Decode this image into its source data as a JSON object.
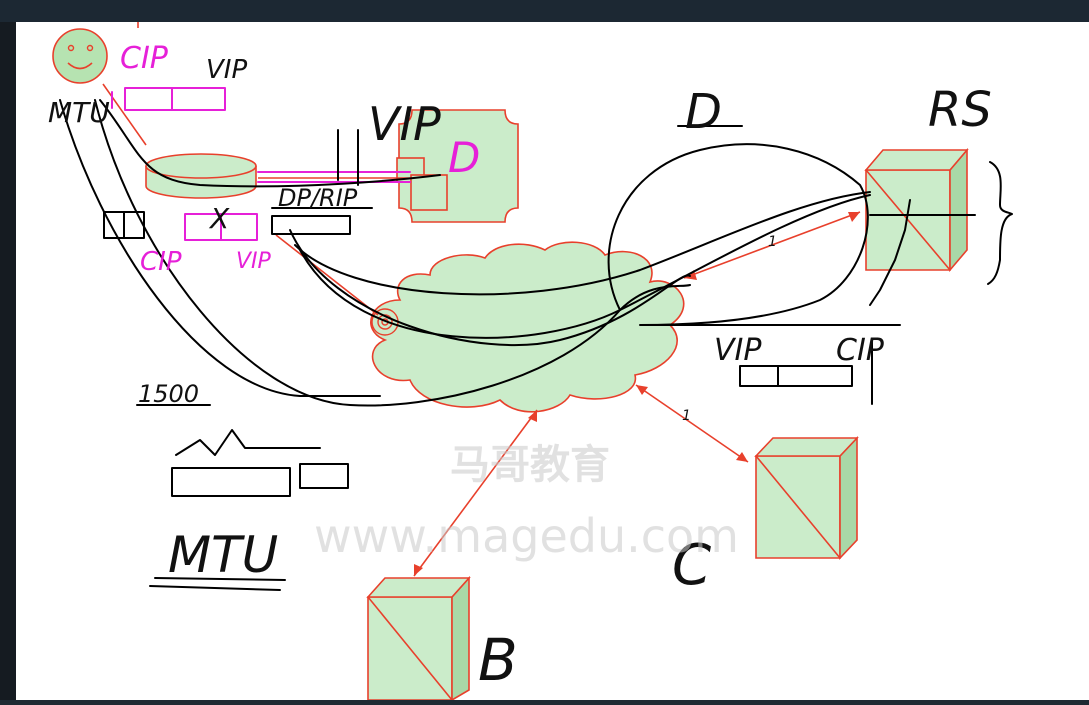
{
  "labels": {
    "cip_pink": "CIP",
    "vip_box": "VIP",
    "mtu_top": "MTU",
    "vip_top": "VIP",
    "d": "D",
    "rs": "RS",
    "vip_right": "VIP",
    "cip_right": "CIP",
    "dp_rp": "DP/RIP",
    "cip_pink_left": "CIP",
    "vip_pink_left": "VIP",
    "num_1500": "1500",
    "mtu_bottom": "MTU",
    "b": "B",
    "c": "C",
    "d_pink": "D",
    "one_a": "1",
    "one_b": "1",
    "x_mark": "X"
  },
  "watermark": {
    "line1": "马哥教育",
    "line2": "www.magedu.com"
  },
  "colors": {
    "node_fill": "#cbecca",
    "node_stroke": "#e8402c",
    "pen_black": "#000000",
    "pen_pink": "#e620d8",
    "canvas": "#ffffff"
  }
}
